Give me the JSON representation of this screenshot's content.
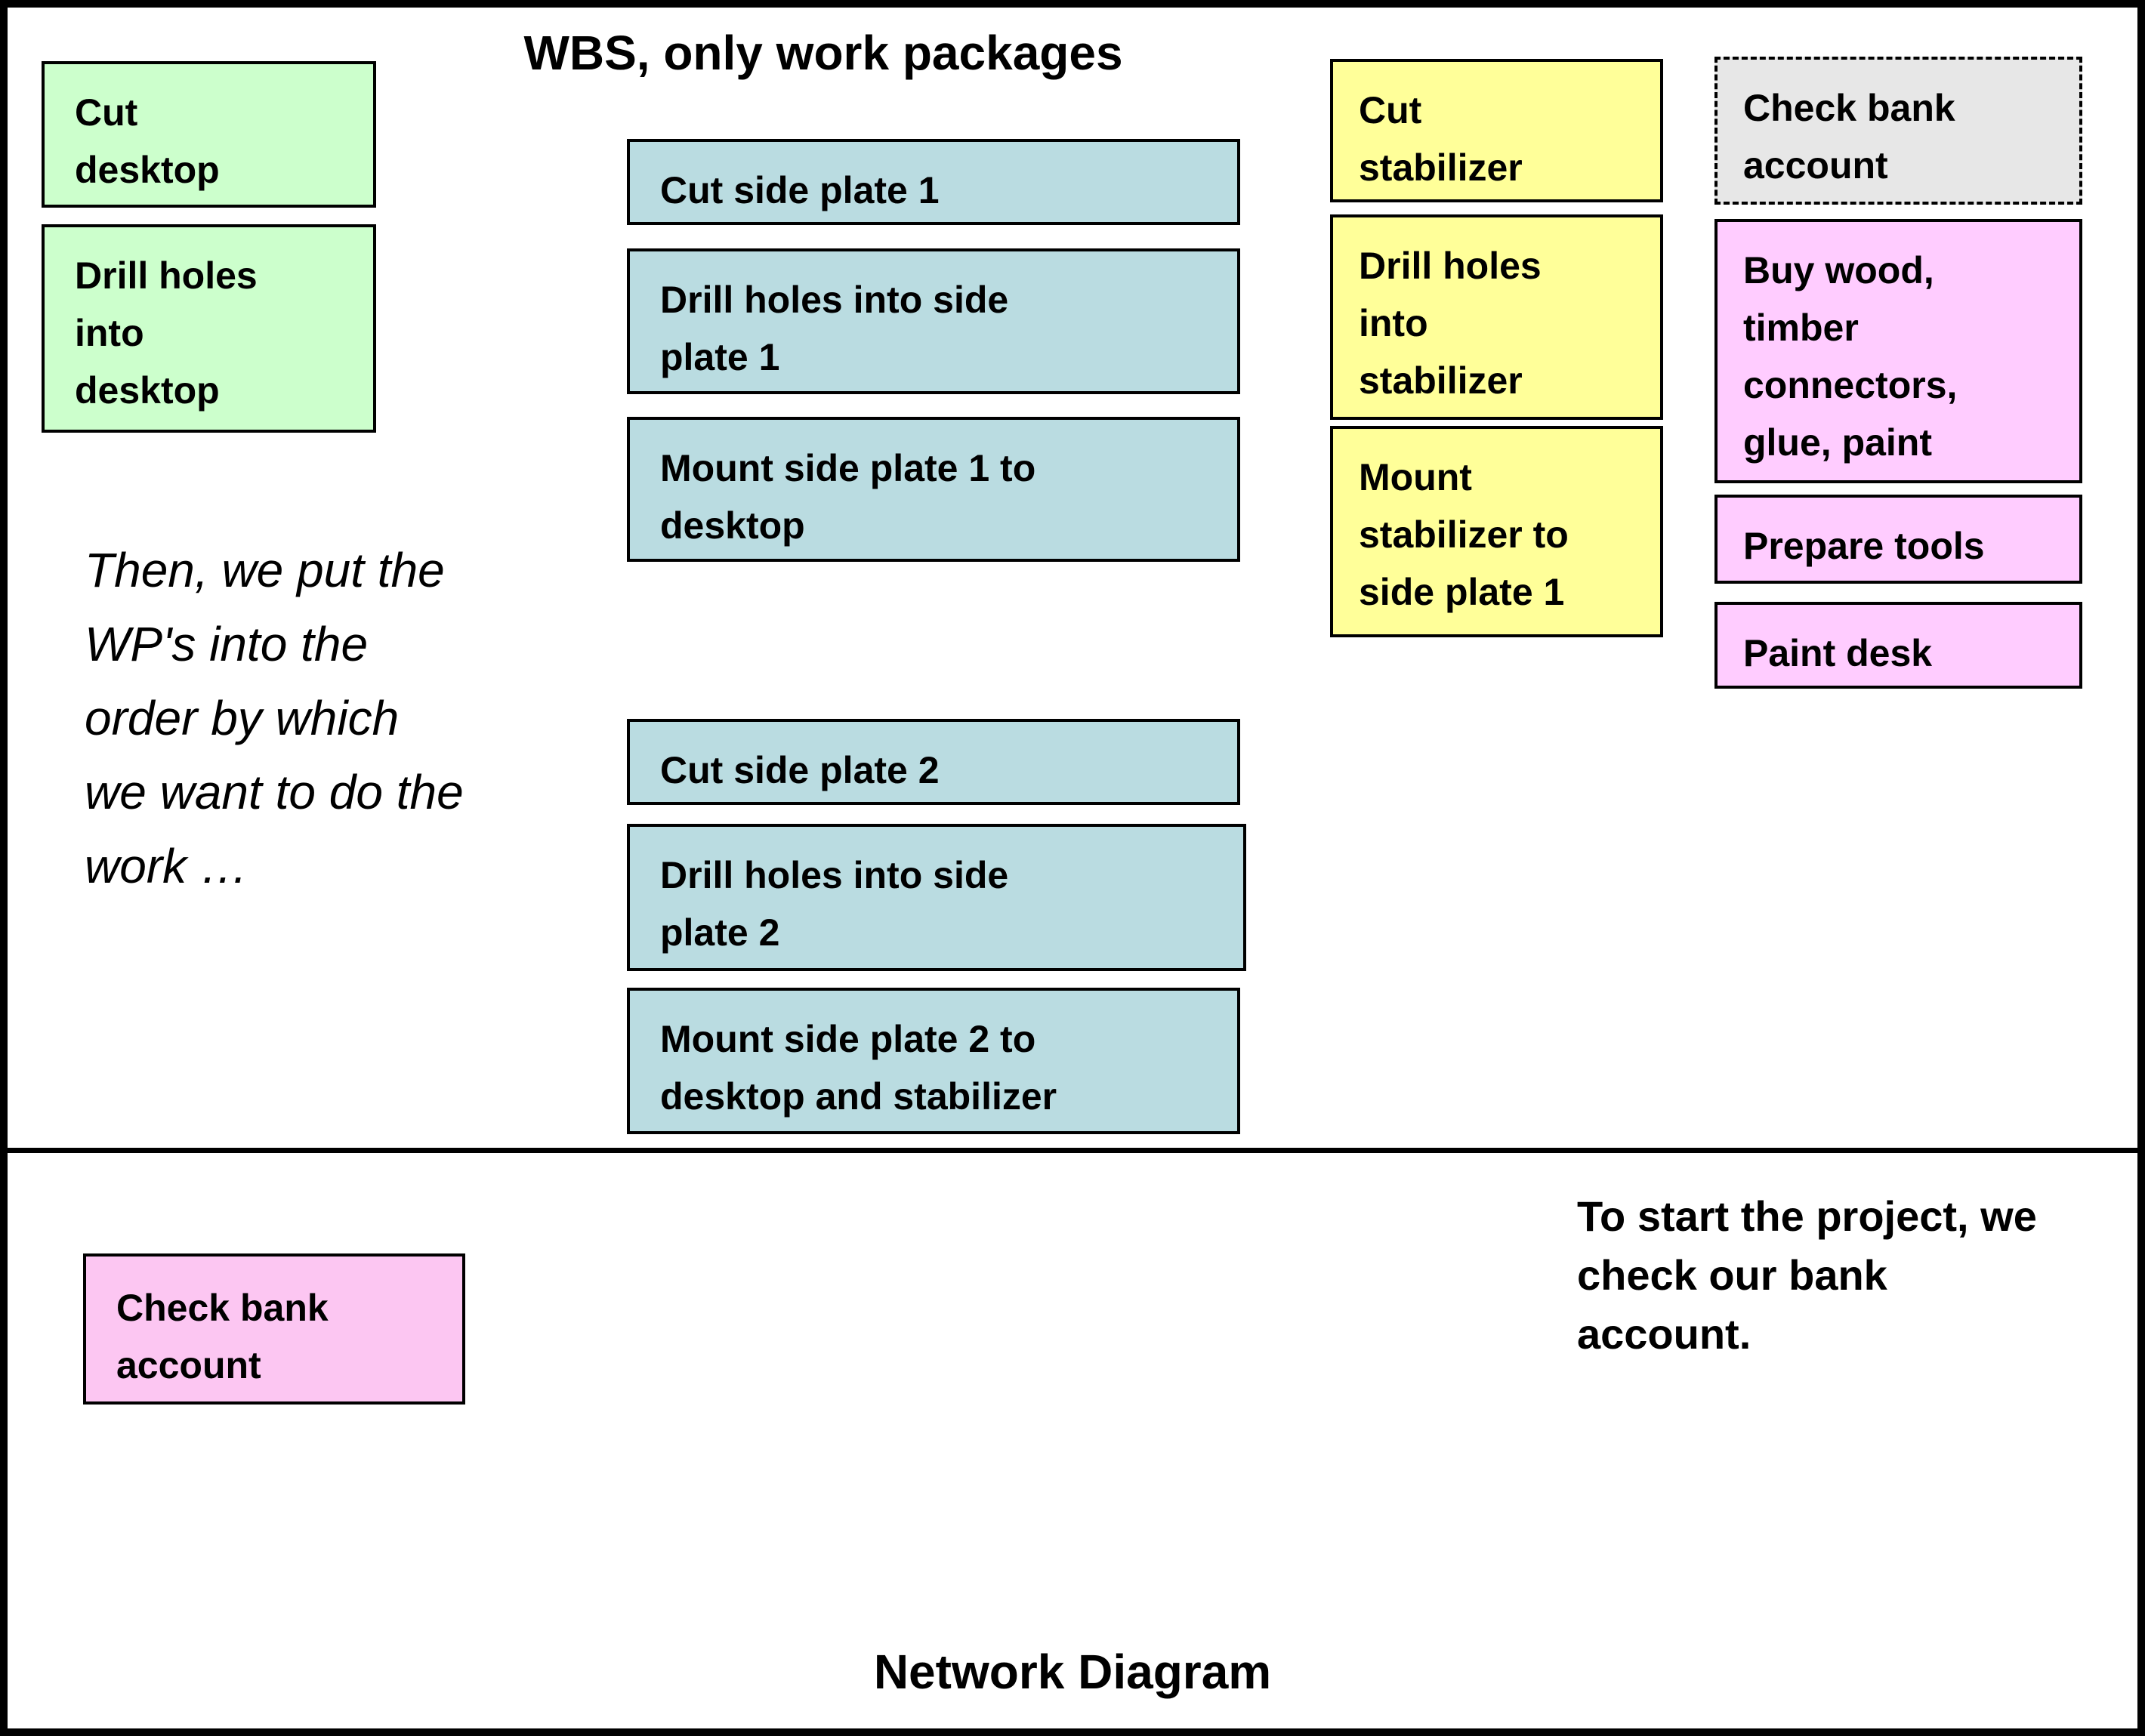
{
  "slide": {
    "top_section": {
      "title": "WBS, only work packages",
      "note": "Then, we put the\nWP's into the\norder by which\nwe want to do the\nwork …",
      "green_boxes": [
        {
          "label": "Cut\ndesktop"
        },
        {
          "label": "Drill holes\ninto\ndesktop"
        }
      ],
      "teal_boxes": [
        {
          "label": "Cut side plate 1"
        },
        {
          "label": "Drill holes into side\nplate 1"
        },
        {
          "label": "Mount side plate 1 to\ndesktop"
        },
        {
          "label": "Cut side plate 2"
        },
        {
          "label": "Drill holes into side\nplate 2"
        },
        {
          "label": "Mount side plate 2 to\ndesktop and stabilizer"
        }
      ],
      "yellow_boxes": [
        {
          "label": "Cut\nstabilizer"
        },
        {
          "label": "Drill holes\ninto\nstabilizer"
        },
        {
          "label": "Mount\nstabilizer to\nside plate 1"
        }
      ],
      "gray_box": {
        "label": "Check bank\naccount"
      },
      "pink_boxes": [
        {
          "label": "Buy wood,\ntimber\nconnectors,\nglue, paint"
        },
        {
          "label": "Prepare tools"
        },
        {
          "label": "Paint desk"
        }
      ]
    },
    "bottom_section": {
      "start_box": {
        "label": "Check bank\naccount"
      },
      "note": "To start the project, we\ncheck our bank\naccount.",
      "title": "Network Diagram"
    },
    "colors": {
      "green": "#ccffcc",
      "teal": "#badce1",
      "yellow": "#ffff99",
      "pink": "#ffccff",
      "pink_strong": "#fcc6f2",
      "gray": "#e7e7e7",
      "border": "#000000"
    }
  }
}
